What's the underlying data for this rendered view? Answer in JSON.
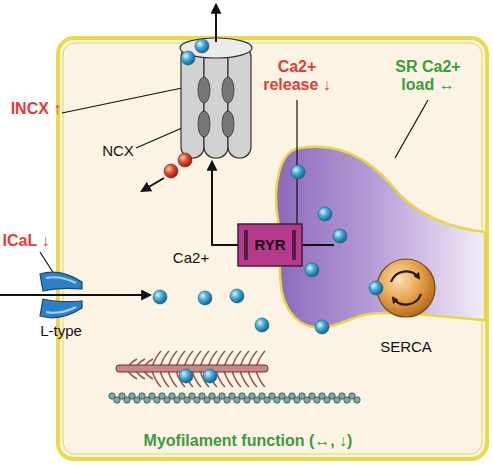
{
  "diagram": {
    "nodes": [
      {
        "text": [
          "NCX"
        ]
      },
      {
        "text": [
          "RYR"
        ]
      },
      {
        "text": [
          "SERCA"
        ]
      },
      {
        "text": [
          "L-type"
        ]
      }
    ],
    "edges": [
      {
        "from": 1,
        "to": 0,
        "arrow": "to",
        "label": "Ca2+"
      }
    ],
    "labels": [
      "INCX ↑",
      "Ca2+ release ↓",
      "SR Ca2+ load ↔",
      "ICaL ↓",
      "Myofilament function (↔, ↓)"
    ]
  }
}
